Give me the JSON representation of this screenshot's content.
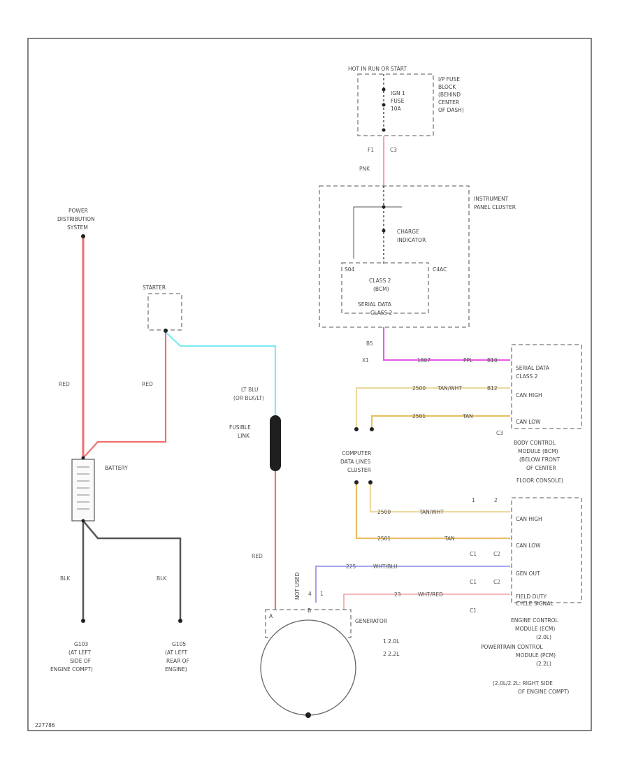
{
  "colors": {
    "red": "#f26d6d",
    "blk": "#555555",
    "lt_blu": "#7fe9f2",
    "ppl": "#e85ce8",
    "tan_wht": "#ecd9a0",
    "tan": "#e8c060",
    "wht_blu": "#8a8ae8",
    "wht_red": "#f2a0a0",
    "pnk": "#f5a0b0"
  },
  "components": {
    "hot_run_start": "HOT IN RUN OR START",
    "ip_fuse_block": [
      "I/P FUSE",
      "BLOCK",
      "(BEHIND",
      "CENTER",
      "OF DASH)"
    ],
    "ign1_fuse": [
      "IGN 1",
      "FUSE",
      "10A"
    ],
    "instrument_cluster": [
      "INSTRUMENT",
      "PANEL CLUSTER"
    ],
    "charge_indicator": [
      "CHARGE",
      "INDICATOR"
    ],
    "class2_iface": [
      "CLASS 2",
      "(BCM)",
      "SERIAL DATA",
      "CLASS 2"
    ],
    "cluster_tag_left": "S04",
    "cluster_tag_right": "C4AC",
    "power_dist": [
      "POWER",
      "DISTRIBUTION",
      "SYSTEM"
    ],
    "starter": "STARTER",
    "battery": "BATTERY",
    "fusible_link": [
      "FUSIBLE",
      "LINK"
    ],
    "generator": "GENERATOR",
    "gen_legend": [
      "1  2.0L",
      "2  2.2L"
    ],
    "not_used": "NOT USED",
    "bcm_pins": [
      "SERIAL DATA",
      "CLASS 2",
      "CAN HIGH",
      "CAN LOW"
    ],
    "bcm_connector": "C3",
    "bcm_label": [
      "BODY CONTROL",
      "MODULE (BCM)",
      "(BELOW FRONT",
      "OF CENTER",
      "FLOOR CONSOLE)"
    ],
    "cdl_splice": [
      "COMPUTER",
      "DATA LINES",
      "CLUSTER"
    ],
    "ecm_pins": [
      "CAN HIGH",
      "CAN LOW",
      "GEN OUT",
      "FIELD DUTY",
      "CYCLE SIGNAL"
    ],
    "ecm_label": [
      "ENGINE CONTROL",
      "MODULE (ECM)",
      "(2.0L)",
      "POWERTRAIN CONTROL",
      "MODULE (PCM)",
      "(2.2L)",
      "(2.0L/2.2L: RIGHT SIDE",
      "OF ENGINE COMPT)"
    ],
    "g103": [
      "G103",
      "(AT LEFT",
      "SIDE OF",
      "ENGINE COMPT)"
    ],
    "g105": [
      "G105",
      "(AT LEFT",
      "REAR OF",
      "ENGINE)"
    ],
    "diagram_id": "227786"
  },
  "wires": {
    "red": "RED",
    "lt_blu": [
      "LT BLU",
      "(OR BLK/LT)"
    ],
    "blk": "BLK",
    "pnk": "PNK",
    "ppl": "PPL",
    "tan_wht": "TAN/WHT",
    "tan": "TAN",
    "wht_blu": "WHT/BLU",
    "wht_red": "WHT/RED",
    "circuits": {
      "c1807": "1807",
      "c2500": "2500",
      "c2501": "2501",
      "c225": "225",
      "c23": "23"
    }
  },
  "connectors": {
    "f1": "F1",
    "c3": "C3",
    "b5": "B5",
    "x1": "X1",
    "c1": "C1",
    "c2": "C2",
    "b12": "B12",
    "b10": "B10",
    "col1": "1",
    "col2": "2",
    "p4": "4",
    "p1": "1",
    "gen_a": "A",
    "gen_b": "B"
  }
}
